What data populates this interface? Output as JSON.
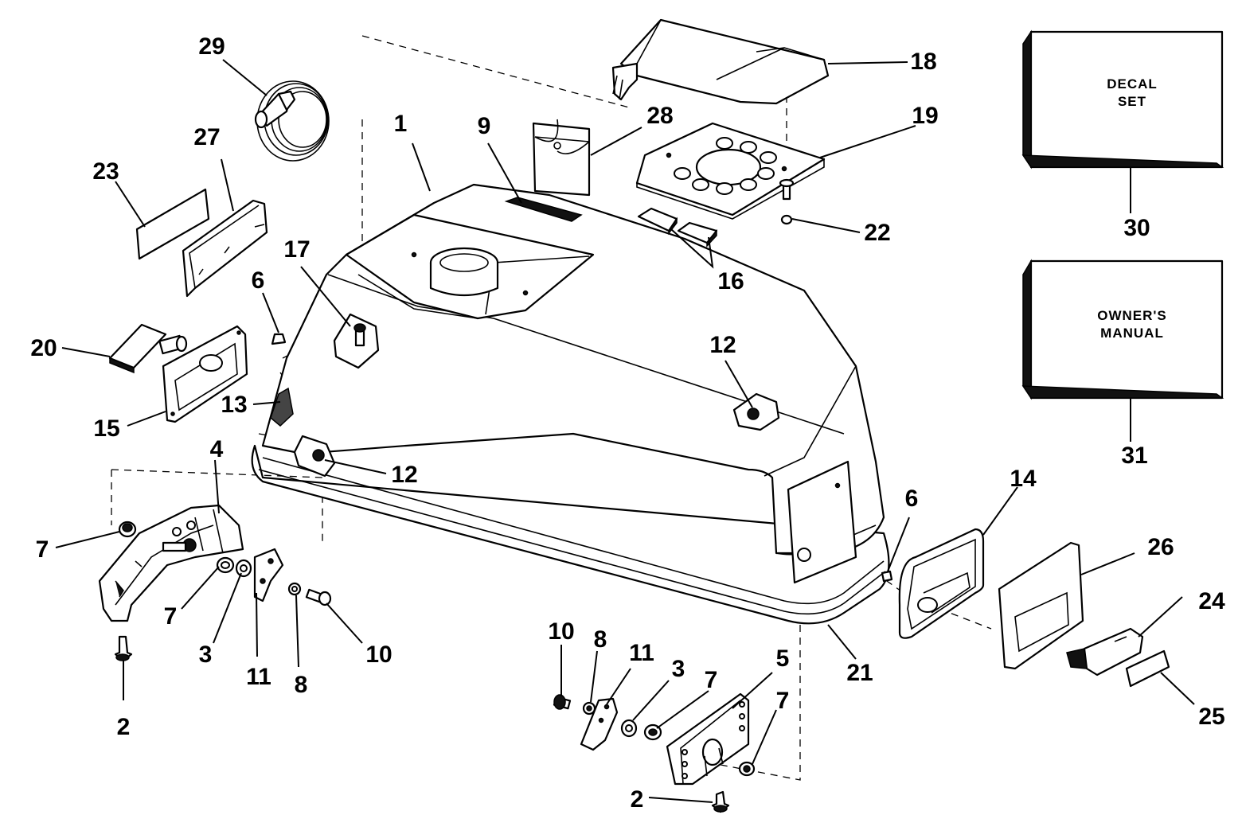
{
  "box_decal": {
    "line1": "DECAL",
    "line2": "SET"
  },
  "box_manual": {
    "line1": "OWNER'S",
    "line2": "MANUAL"
  },
  "callouts": {
    "c29": "29",
    "c27": "27",
    "c23": "23",
    "c1": "1",
    "c9": "9",
    "c28": "28",
    "c18": "18",
    "c19": "19",
    "c22": "22",
    "c16": "16",
    "c17": "17",
    "c6a": "6",
    "c20": "20",
    "c13": "13",
    "c15": "15",
    "c12a": "12",
    "c12b": "12",
    "c4": "4",
    "c7a": "7",
    "c7b": "7",
    "c3a": "3",
    "c11a": "11",
    "c8a": "8",
    "c10a": "10",
    "c2a": "2",
    "c30": "30",
    "c31": "31",
    "c14": "14",
    "c6b": "6",
    "c26": "26",
    "c24": "24",
    "c25": "25",
    "c21": "21",
    "c5": "5",
    "c7c": "7",
    "c7d": "7",
    "c3b": "3",
    "c11b": "11",
    "c8b": "8",
    "c10b": "10",
    "c2b": "2"
  }
}
